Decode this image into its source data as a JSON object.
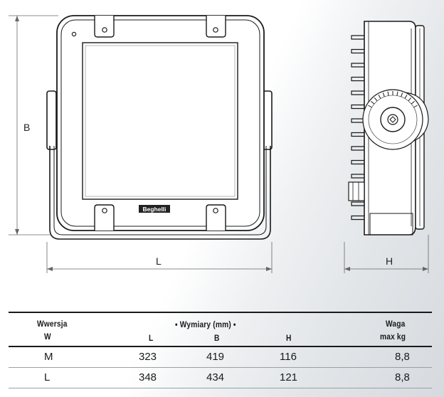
{
  "diagram": {
    "dimension_labels": {
      "B": "B",
      "L": "L",
      "H": "H"
    },
    "brand_badge": "Beghelli"
  },
  "table": {
    "header": {
      "version_line1": "Wwersja",
      "version_line2": "W",
      "dims_title": "• Wymiary (mm) •",
      "col_L": "L",
      "col_B": "B",
      "col_H": "H",
      "weight_line1": "Waga",
      "weight_line2": "max kg"
    },
    "rows": [
      {
        "version": "M",
        "L": "323",
        "B": "419",
        "H": "116",
        "weight": "8,8"
      },
      {
        "version": "L",
        "L": "348",
        "B": "434",
        "H": "121",
        "weight": "8,8"
      }
    ]
  }
}
